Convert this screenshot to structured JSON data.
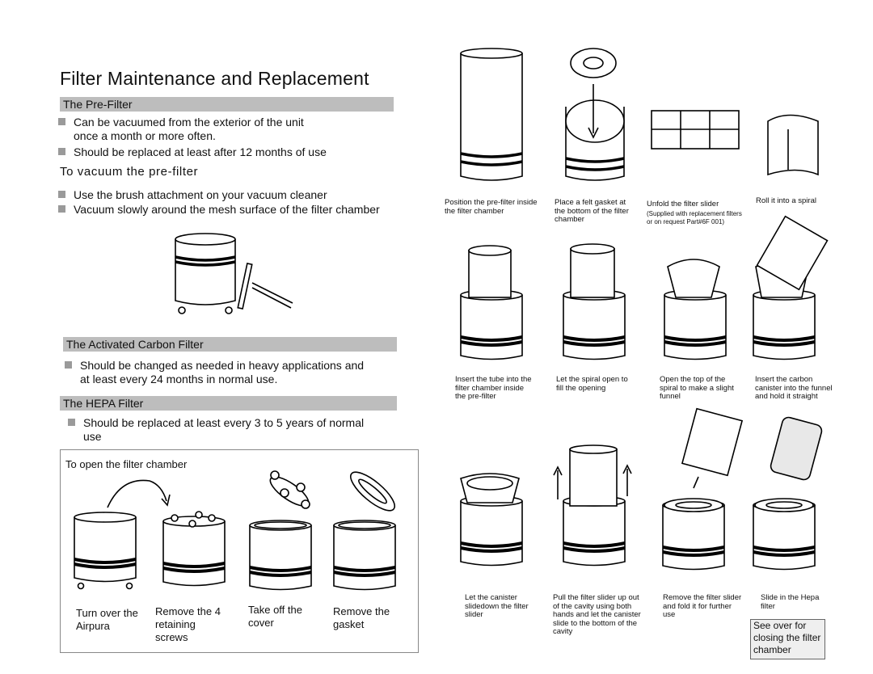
{
  "title": "Filter Maintenance and Replacement",
  "prefilter": {
    "heading": "The Pre-Filter",
    "bullet1": "Can be vacuumed from the exterior of the unit",
    "bullet1b": "once a month or more often.",
    "bullet2": "Should be replaced at least after 12 months of use",
    "vacuum_heading": "To vacuum the pre-filter",
    "vacuum1": "Use the brush attachment on your vacuum cleaner",
    "vacuum2": "Vacuum slowly around the mesh surface of the filter chamber"
  },
  "carbon": {
    "heading": "The Activated Carbon Filter",
    "bullet": "Should be changed as needed in heavy applications and",
    "bulletb": "at least every 24 months in normal use."
  },
  "hepa": {
    "heading": "The HEPA Filter",
    "bullet": "Should be replaced at least every 3 to 5 years of normal",
    "bulletb": "use"
  },
  "open_box": {
    "title": "To open the filter chamber",
    "step1": "Turn over the Airpura",
    "step2": "Remove the 4 retaining screws",
    "step3": "Take off the cover",
    "step4": "Remove the gasket"
  },
  "steps": {
    "r1c1": "Position the pre-filter inside the filter chamber",
    "r1c2": "Place a felt gasket at the bottom of the filter chamber",
    "r1c3": "Unfold the filter slider",
    "r1c3b": "(Supplied with replacement filters or on request Part#6F 001)",
    "r1c4": "Roll it into a spiral",
    "r2c1": "Insert the tube into the filter chamber inside the pre-filter",
    "r2c2": "Let the spiral open to fill the opening",
    "r2c3": "Open the top of the spiral to make a slight funnel",
    "r2c4": "Insert the carbon canister into the funnel and hold it straight",
    "r3c1": "Let the canister slidedown the filter slider",
    "r3c2": "Pull the filter slider up out of the cavity using both hands and let the canister slide to the bottom of the cavity",
    "r3c3": "Remove the filter slider and fold it for further use",
    "r3c4": "Slide in the Hepa filter"
  },
  "note": "See over for closing the filter chamber"
}
